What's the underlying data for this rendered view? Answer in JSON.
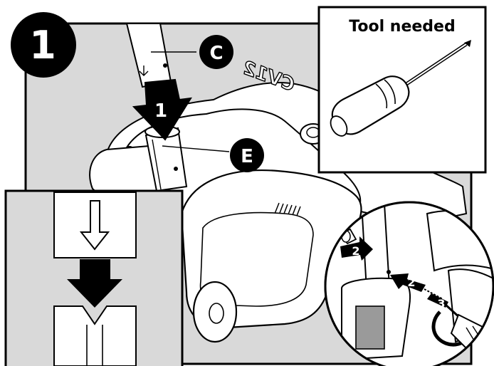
{
  "step": {
    "number": "1"
  },
  "callouts": {
    "c": "C",
    "e": "E",
    "arrow_main": "1",
    "detail_arrow_a": "2",
    "detail_arrow_b": "2",
    "detail_arrow_c": "3"
  },
  "machine": {
    "brand": "CV12"
  },
  "tool_box": {
    "title": "Tool needed",
    "icon": "screwdriver-icon"
  },
  "colors": {
    "line": "#000000",
    "panel": "#d9d9d9",
    "body": "#ffffff",
    "shade": "#9a9a9a"
  }
}
